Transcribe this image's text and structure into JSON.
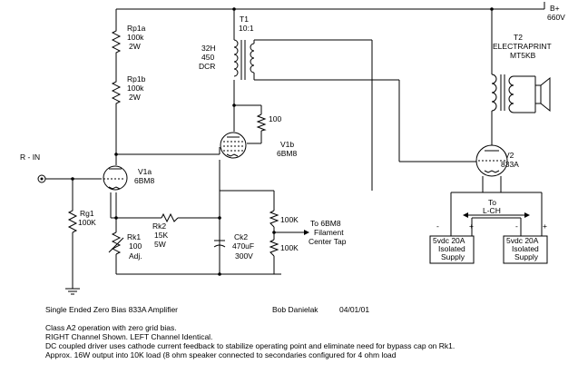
{
  "supply": {
    "node": "B+",
    "voltage": "660V"
  },
  "input": {
    "label": "R - IN"
  },
  "resistors": {
    "rp1a": {
      "name": "Rp1a",
      "value": "100k",
      "rating": "2W"
    },
    "rp1b": {
      "name": "Rp1b",
      "value": "100k",
      "rating": "2W"
    },
    "rg1": {
      "name": "Rg1",
      "value": "100K"
    },
    "rk1": {
      "name": "Rk1",
      "value": "100",
      "note": "Adj."
    },
    "rk2": {
      "name": "Rk2",
      "value": "15K",
      "rating": "5W"
    },
    "r100": {
      "value": "100"
    },
    "r100k_top": {
      "value": "100K"
    },
    "r100k_bot": {
      "value": "100K"
    }
  },
  "capacitor": {
    "name": "Ck2",
    "value": "470uF",
    "rating": "300V"
  },
  "choke": {
    "inductance": "32H",
    "resistance": "450",
    "unit": "DCR"
  },
  "transformer_t1": {
    "name": "T1",
    "ratio": "10:1"
  },
  "transformer_t2": {
    "name": "T2",
    "maker": "ELECTRAPRINT",
    "model": "MT5KB"
  },
  "tubes": {
    "v1a": {
      "name": "V1a",
      "type": "6BM8"
    },
    "v1b": {
      "name": "V1b",
      "type": "6BM8"
    },
    "v2": {
      "name": "V2",
      "type": "833A"
    }
  },
  "filament_tap": {
    "line1": "To 6BM8",
    "line2": "Filament",
    "line3": "Center Tap"
  },
  "left_channel": {
    "line1": "To",
    "line2": "L-CH"
  },
  "supplies": [
    {
      "line1": "5vdc 20A",
      "line2": "Isolated",
      "line3": "Supply",
      "minus": "-",
      "plus": "+"
    },
    {
      "line1": "5vdc 20A",
      "line2": "Isolated",
      "line3": "Supply",
      "minus": "-",
      "plus": "+"
    }
  ],
  "footer": {
    "title": "Single Ended Zero Bias 833A  Amplifier",
    "author": "Bob Danielak",
    "date": "04/01/01",
    "notes": [
      "Class A2 operation with zero grid bias.",
      "RIGHT Channel Shown.  LEFT Channel Identical.",
      "DC coupled driver uses cathode current feedback to stabilize operating point and eliminate need for bypass cap on Rk1.",
      "Approx. 16W output into 10K load (8 ohm speaker connected to secondaries configured for 4 ohm load"
    ]
  }
}
